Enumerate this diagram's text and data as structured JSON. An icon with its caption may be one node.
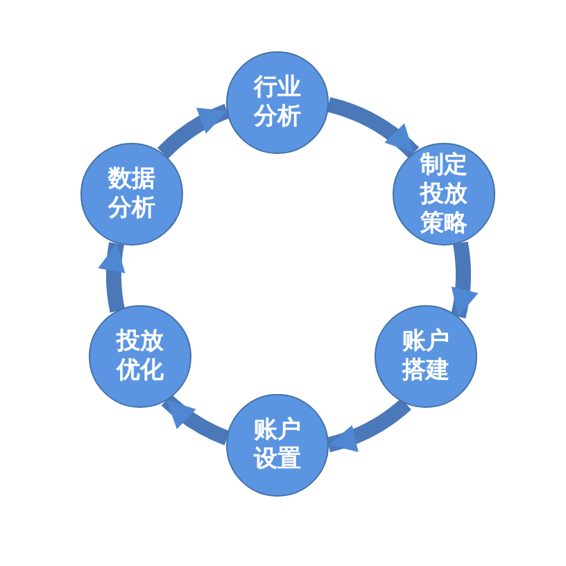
{
  "diagram": {
    "nodes": [
      {
        "text": [
          "行业分析"
        ]
      },
      {
        "text": [
          "制定投放策略"
        ]
      },
      {
        "text": [
          "账户搭建"
        ]
      },
      {
        "text": [
          "账户设置"
        ]
      },
      {
        "text": [
          "投放优化"
        ]
      },
      {
        "text": [
          "数据分析"
        ]
      }
    ],
    "edges": [
      {
        "from": 0,
        "to": 1,
        "arrow": "to"
      },
      {
        "from": 1,
        "to": 2,
        "arrow": "to"
      },
      {
        "from": 2,
        "to": 3,
        "arrow": "to"
      },
      {
        "from": 3,
        "to": 4,
        "arrow": "to"
      },
      {
        "from": 4,
        "to": 5,
        "arrow": "to"
      },
      {
        "from": 5,
        "to": 0,
        "arrow": "to"
      }
    ]
  }
}
